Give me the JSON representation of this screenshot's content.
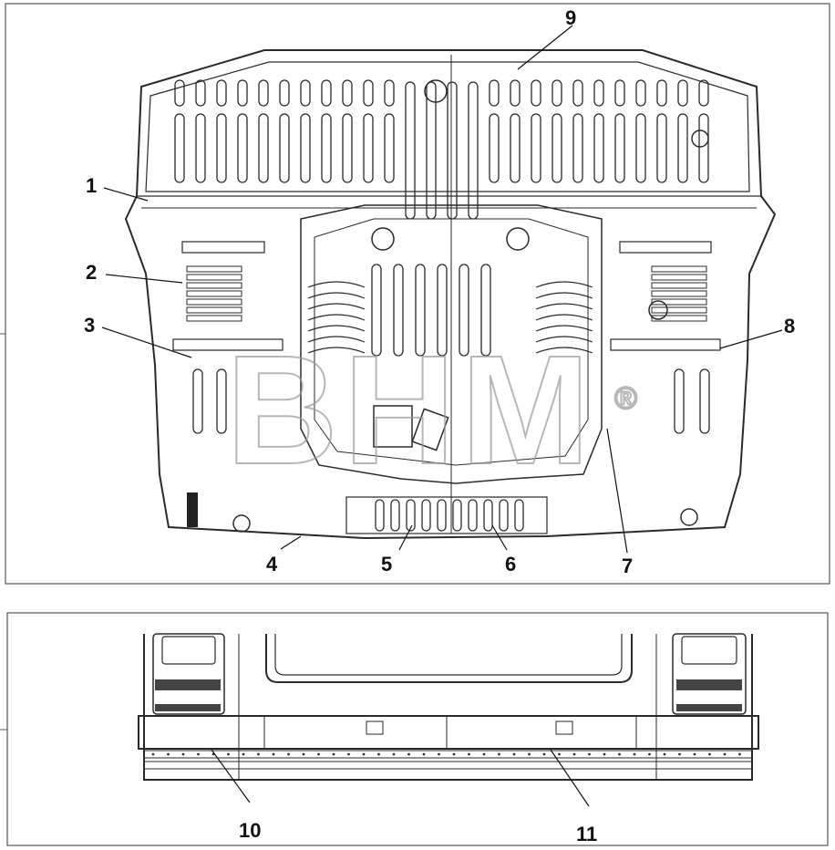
{
  "watermark": {
    "text": "BHM",
    "mark": "®"
  },
  "panels": [
    {
      "name": "upper-panel",
      "callouts": [
        "9",
        "1",
        "2",
        "3",
        "4",
        "5",
        "6",
        "7",
        "8"
      ]
    },
    {
      "name": "lower-panel",
      "callouts": [
        "10",
        "11"
      ]
    }
  ],
  "callouts": {
    "c1": "1",
    "c2": "2",
    "c3": "3",
    "c4": "4",
    "c5": "5",
    "c6": "6",
    "c7": "7",
    "c8": "8",
    "c9": "9",
    "c10": "10",
    "c11": "11"
  }
}
